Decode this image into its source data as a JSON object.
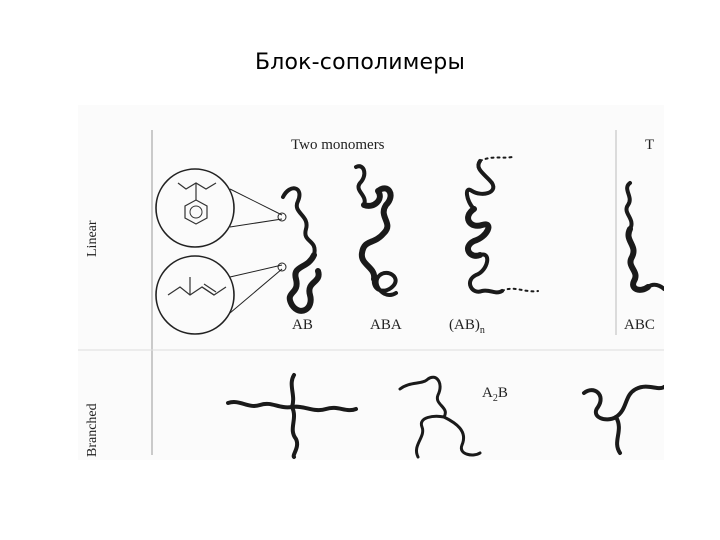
{
  "slide": {
    "title": "Блок-сополимеры"
  },
  "figure": {
    "header_two": "Two monomers",
    "header_three_partial": "T",
    "row_linear": "Linear",
    "row_branched": "Branched",
    "labels": {
      "ab": "AB",
      "aba": "ABA",
      "abn": "(AB)",
      "abn_sub": "n",
      "abc_partial": "ABC",
      "a2b": "A",
      "a2b_sub": "2",
      "a2b_tail": "B"
    }
  }
}
